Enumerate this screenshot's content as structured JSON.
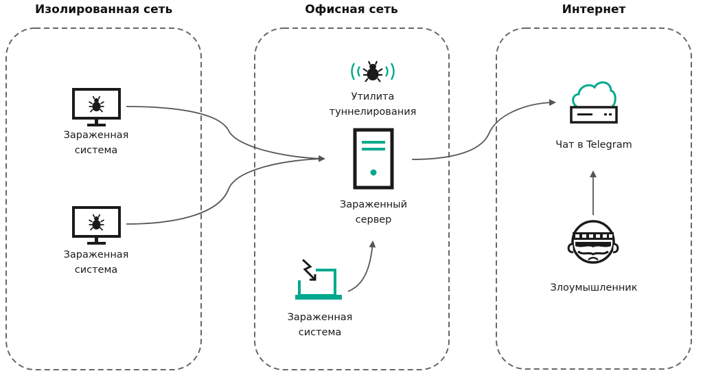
{
  "colors": {
    "accent": "#00a88e",
    "icon_dark": "#1a1a1a",
    "connector": "#555555",
    "zone_border": "#666666"
  },
  "zones": [
    {
      "id": "isolated",
      "title": "Изолированная сеть"
    },
    {
      "id": "office",
      "title": "Офисная сеть"
    },
    {
      "id": "internet",
      "title": "Интернет"
    }
  ],
  "nodes": {
    "isolated_system_1": {
      "icon": "infected-monitor-icon",
      "line1": "Зараженная",
      "line2": "система"
    },
    "isolated_system_2": {
      "icon": "infected-monitor-icon",
      "line1": "Зараженная",
      "line2": "система"
    },
    "tunnel_utility": {
      "icon": "bug-signal-icon",
      "line1": "Утилита",
      "line2": "туннелирования"
    },
    "infected_server": {
      "icon": "server-icon",
      "line1": "Зараженный",
      "line2": "сервер"
    },
    "office_system": {
      "icon": "compromised-laptop-icon",
      "line1": "Зараженная",
      "line2": "система"
    },
    "telegram_chat": {
      "icon": "cloud-router-icon",
      "line1": "Чат в Telegram"
    },
    "attacker": {
      "icon": "burglar-icon",
      "line1": "Злоумышленник"
    }
  },
  "connections": [
    {
      "from": "isolated_system_1",
      "to": "infected_server"
    },
    {
      "from": "isolated_system_2",
      "to": "infected_server"
    },
    {
      "from": "office_system",
      "to": "infected_server"
    },
    {
      "from": "infected_server",
      "to": "telegram_chat"
    },
    {
      "from": "attacker",
      "to": "telegram_chat"
    }
  ]
}
